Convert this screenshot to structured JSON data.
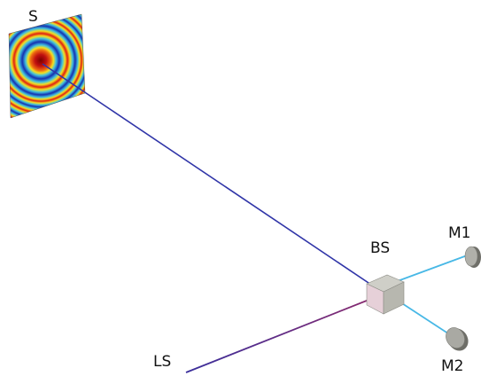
{
  "labels": {
    "screen": "S",
    "beam_splitter": "BS",
    "mirror1": "M1",
    "mirror2": "M2",
    "laser_source": "LS"
  },
  "colors": {
    "background": "#ffffff",
    "beam_to_screen": "#3035a8",
    "beam_laser_start": "#3a2f9c",
    "beam_laser_end": "#8a2a6e",
    "beam_arm": "#48b8e6",
    "cube_top": "#cfcfc8",
    "cube_left": "#9c9c94",
    "cube_right": "#b7b7af",
    "mirror_face": "#a9a9a3",
    "mirror_edge": "#6e6e68"
  },
  "icons": {
    "screen": "interference-pattern-icon",
    "beam_splitter": "cube-beam-splitter-icon",
    "mirror": "round-mirror-icon"
  }
}
